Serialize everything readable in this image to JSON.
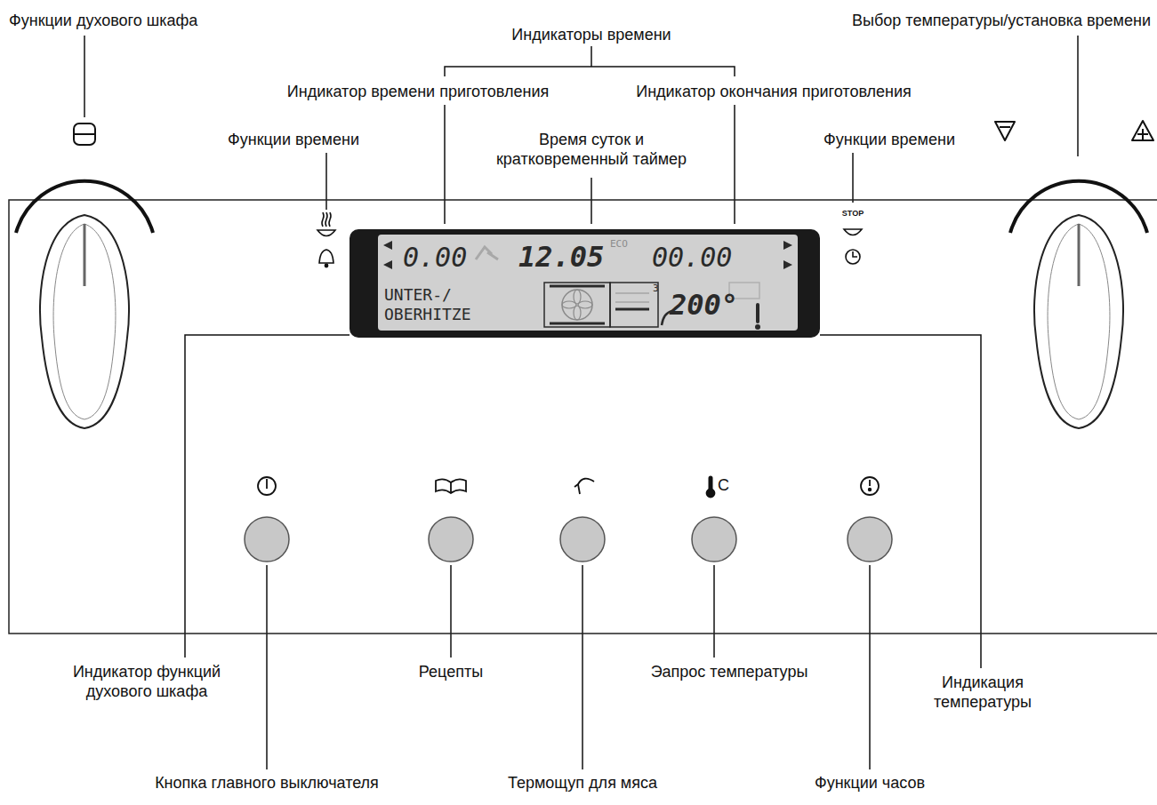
{
  "diagram": {
    "nodes": [
      {
        "text": [
          "0.00",
          "12.05",
          "ECO",
          "00.00",
          "UNTER-/ OBERHITZE",
          "3",
          "200°"
        ]
      }
    ],
    "labels": [
      "Функции духового шкафа",
      "Индикаторы времени",
      "Выбор температуры/установка времени",
      "Индикатор времени приготовления",
      "Индикатор окончания приготовления",
      "Время суток и кратковременный таймер",
      "Функции времени",
      "Функции времени",
      "STOP",
      "C",
      "Индикатор функций духового шкафа",
      "Рецепты",
      "Эапрос температуры",
      "Индикация температуры",
      "Кнопка главного выключателя",
      "Термощуп для мяса",
      "Функции часов"
    ]
  }
}
